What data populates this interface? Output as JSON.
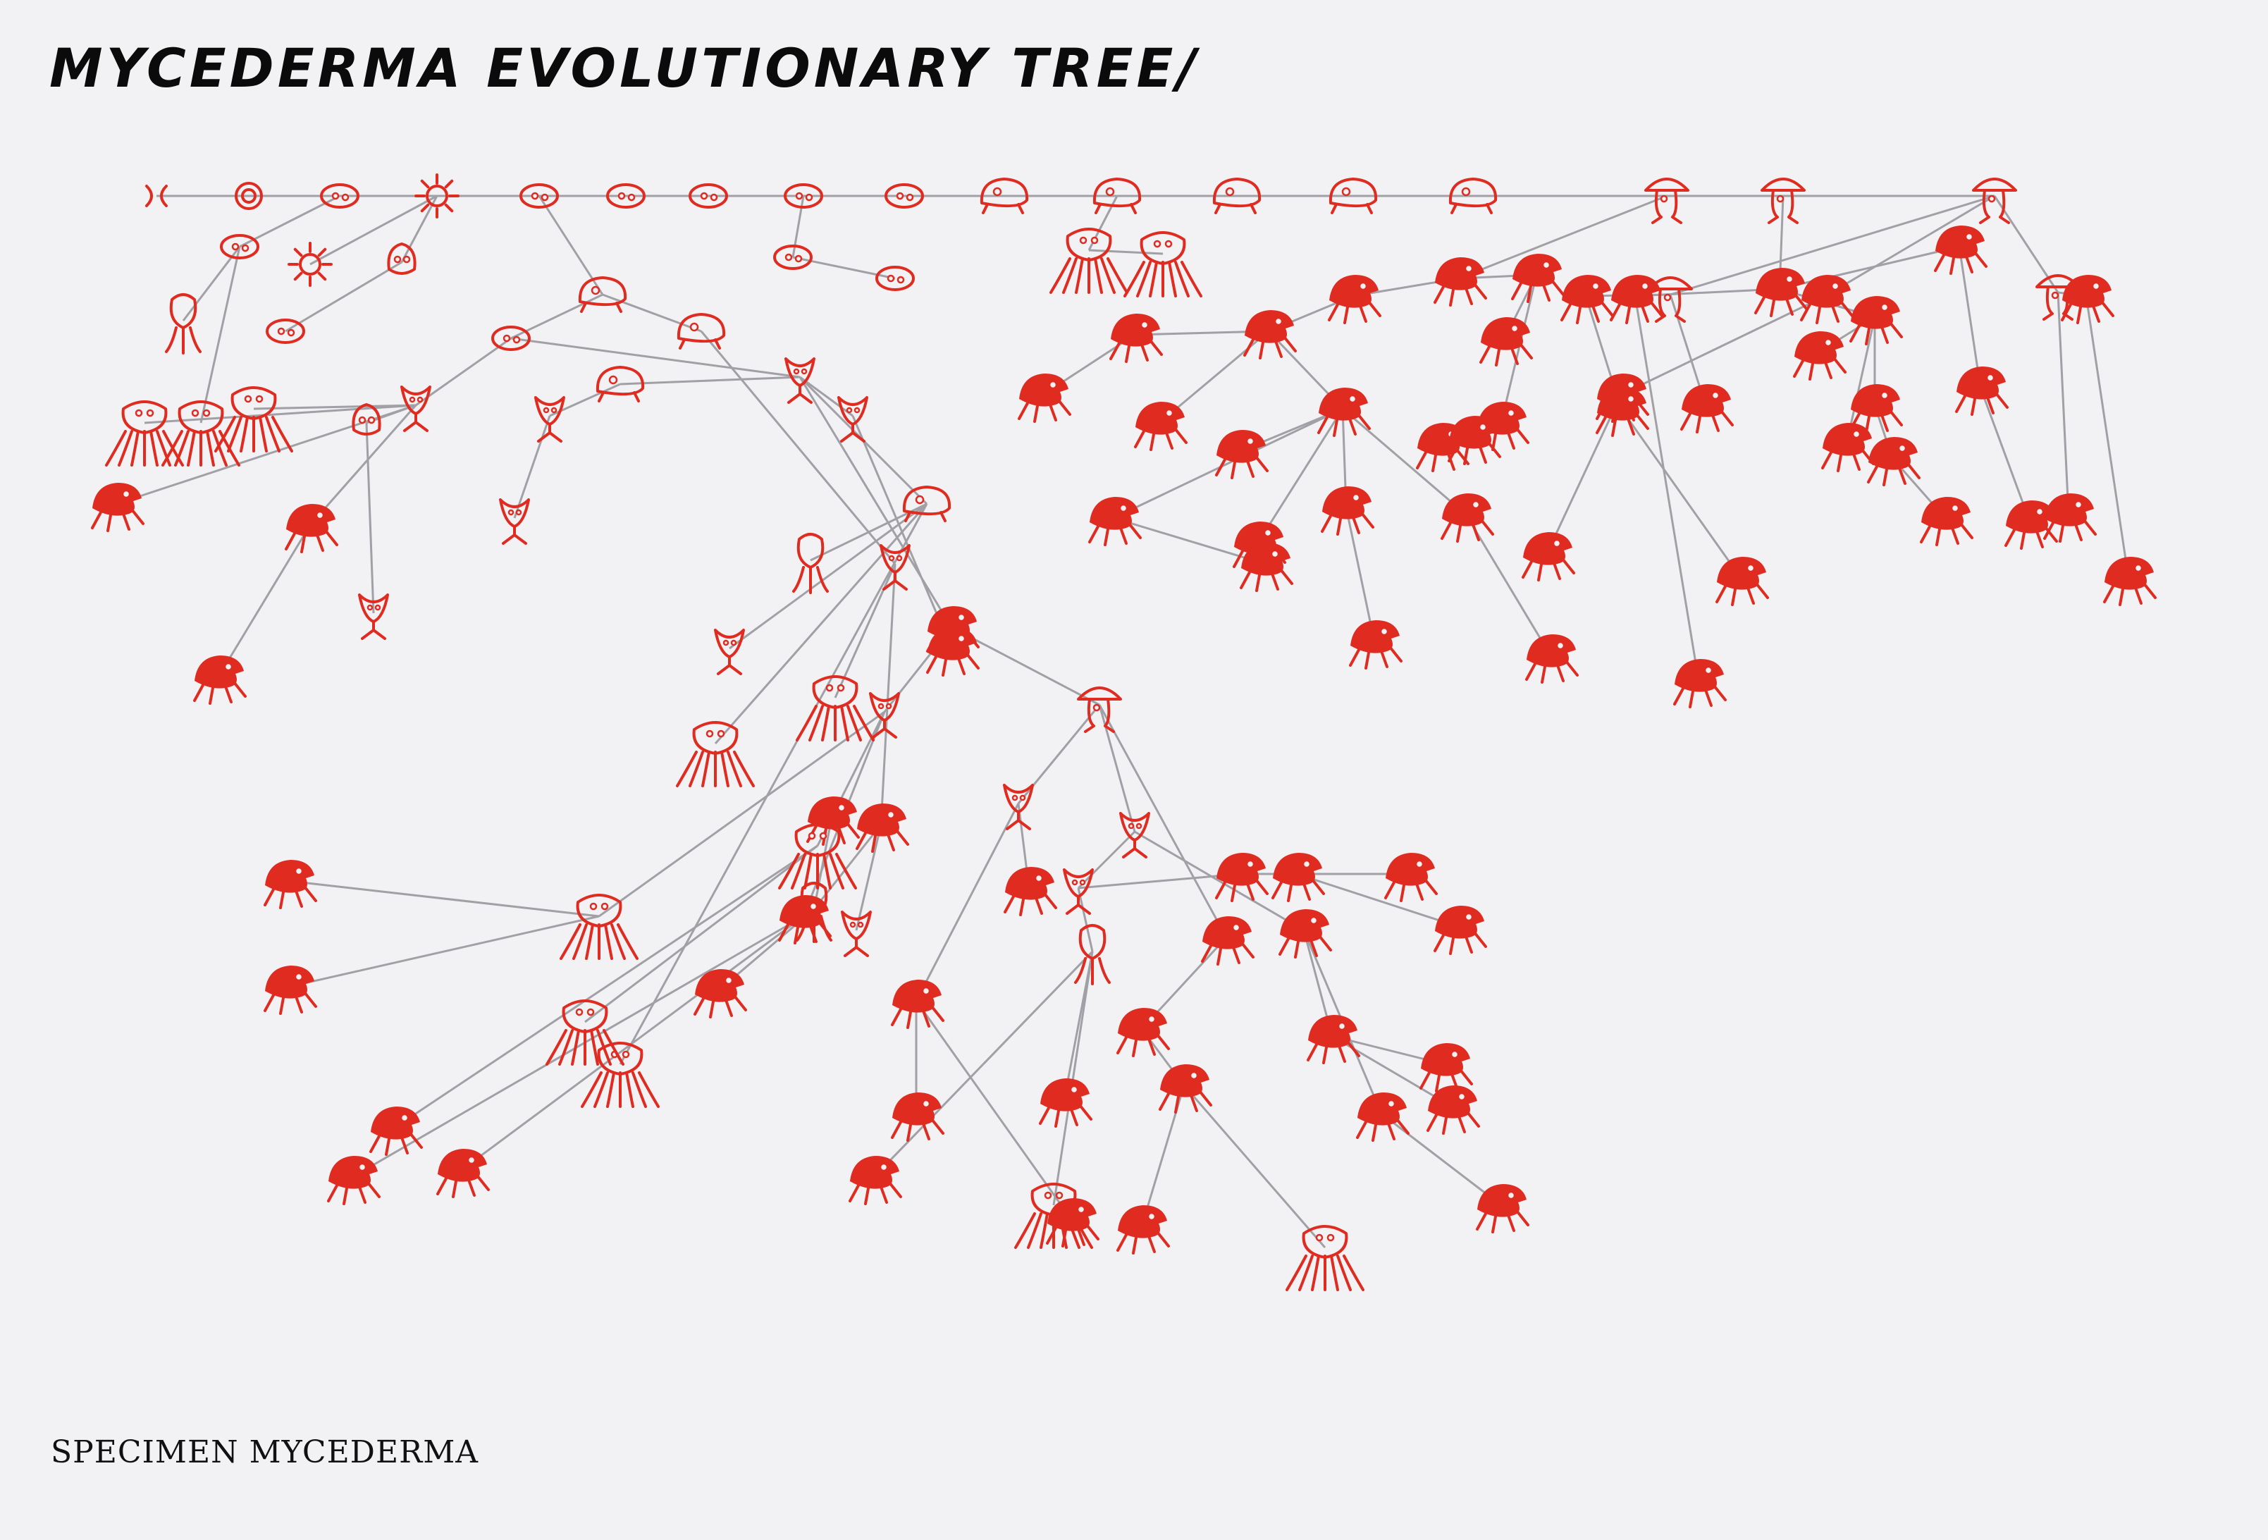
{
  "title": "MYCEDERMA EVOLUTIONARY TREE/",
  "footer": "SPECIMEN MYCEDERMA",
  "colors": {
    "background": "#f2f1f3",
    "creature": "#e02b20",
    "edge": "#a0a0a6",
    "text": "#0b0b0b"
  },
  "tree": {
    "nodes": [
      {
        "id": "s1"
      },
      {
        "id": "s2"
      },
      {
        "id": "s3"
      },
      {
        "id": "s4"
      },
      {
        "id": "s5"
      },
      {
        "id": "s6"
      },
      {
        "id": "s7"
      },
      {
        "id": "s8"
      },
      {
        "id": "s9"
      },
      {
        "id": "s10"
      },
      {
        "id": "s11"
      },
      {
        "id": "s12"
      },
      {
        "id": "s13"
      },
      {
        "id": "s14"
      },
      {
        "id": "s15"
      },
      {
        "id": "s16"
      },
      {
        "id": "s17"
      },
      {
        "id": "a1"
      },
      {
        "id": "a2"
      },
      {
        "id": "a3"
      },
      {
        "id": "a4"
      },
      {
        "id": "a5"
      },
      {
        "id": "a6"
      },
      {
        "id": "b1"
      },
      {
        "id": "b2"
      },
      {
        "id": "b3"
      },
      {
        "id": "b4"
      },
      {
        "id": "b5"
      },
      {
        "id": "c1"
      },
      {
        "id": "c2"
      },
      {
        "id": "c3"
      },
      {
        "id": "c4"
      },
      {
        "id": "c5"
      },
      {
        "id": "c6"
      },
      {
        "id": "c7"
      },
      {
        "id": "c8"
      },
      {
        "id": "c9"
      },
      {
        "id": "c10"
      },
      {
        "id": "d1"
      },
      {
        "id": "d2"
      },
      {
        "id": "d3"
      },
      {
        "id": "d4"
      },
      {
        "id": "d5"
      },
      {
        "id": "d6"
      },
      {
        "id": "d7"
      },
      {
        "id": "d8"
      },
      {
        "id": "d9"
      },
      {
        "id": "d10"
      },
      {
        "id": "d11"
      },
      {
        "id": "d12"
      },
      {
        "id": "d13"
      },
      {
        "id": "d14"
      },
      {
        "id": "d15"
      },
      {
        "id": "d16"
      },
      {
        "id": "d17"
      },
      {
        "id": "d18"
      },
      {
        "id": "d19"
      },
      {
        "id": "e1"
      },
      {
        "id": "e2"
      },
      {
        "id": "e3"
      },
      {
        "id": "e4"
      },
      {
        "id": "e5"
      },
      {
        "id": "e6"
      },
      {
        "id": "e7"
      },
      {
        "id": "e8"
      },
      {
        "id": "e9"
      },
      {
        "id": "e10"
      },
      {
        "id": "e11"
      },
      {
        "id": "e12"
      },
      {
        "id": "e13"
      },
      {
        "id": "e14"
      },
      {
        "id": "e15"
      },
      {
        "id": "e16"
      },
      {
        "id": "e17"
      },
      {
        "id": "e18"
      },
      {
        "id": "e19"
      },
      {
        "id": "e20"
      },
      {
        "id": "e21"
      },
      {
        "id": "e22"
      },
      {
        "id": "e23"
      },
      {
        "id": "f1"
      },
      {
        "id": "f2"
      },
      {
        "id": "f3"
      },
      {
        "id": "f4"
      },
      {
        "id": "f5"
      },
      {
        "id": "f6"
      },
      {
        "id": "f7"
      },
      {
        "id": "f8"
      },
      {
        "id": "f9"
      },
      {
        "id": "f10"
      },
      {
        "id": "f11"
      },
      {
        "id": "f12"
      },
      {
        "id": "f13"
      },
      {
        "id": "f14"
      },
      {
        "id": "f15"
      },
      {
        "id": "f16"
      },
      {
        "id": "f17"
      },
      {
        "id": "f18"
      },
      {
        "id": "f19"
      },
      {
        "id": "f20"
      },
      {
        "id": "f21"
      },
      {
        "id": "g1"
      },
      {
        "id": "g2"
      },
      {
        "id": "g3"
      },
      {
        "id": "g4"
      },
      {
        "id": "g5"
      },
      {
        "id": "g6"
      },
      {
        "id": "g7"
      },
      {
        "id": "g8"
      },
      {
        "id": "g9"
      },
      {
        "id": "g10"
      },
      {
        "id": "g11"
      },
      {
        "id": "g12"
      },
      {
        "id": "g13"
      },
      {
        "id": "g14"
      },
      {
        "id": "g15"
      },
      {
        "id": "g16"
      },
      {
        "id": "g17"
      },
      {
        "id": "g18"
      },
      {
        "id": "g19"
      },
      {
        "id": "g20"
      },
      {
        "id": "g21"
      },
      {
        "id": "g22"
      },
      {
        "id": "g23"
      },
      {
        "id": "g24"
      },
      {
        "id": "g25"
      },
      {
        "id": "g26"
      },
      {
        "id": "g27"
      },
      {
        "id": "g28"
      },
      {
        "id": "g29"
      },
      {
        "id": "g30"
      },
      {
        "id": "g31"
      },
      {
        "id": "g32"
      },
      {
        "id": "g33"
      },
      {
        "id": "g34"
      },
      {
        "id": "g35"
      },
      {
        "id": "g36"
      },
      {
        "id": "g37"
      }
    ],
    "edges": [
      [
        "s1",
        "s2"
      ],
      [
        "s2",
        "s3"
      ],
      [
        "s3",
        "s4"
      ],
      [
        "s4",
        "s5"
      ],
      [
        "s5",
        "s6"
      ],
      [
        "s6",
        "s7"
      ],
      [
        "s7",
        "s8"
      ],
      [
        "s8",
        "s9"
      ],
      [
        "s9",
        "s10"
      ],
      [
        "s10",
        "s11"
      ],
      [
        "s11",
        "s12"
      ],
      [
        "s12",
        "s13"
      ],
      [
        "s13",
        "s14"
      ],
      [
        "s14",
        "s15"
      ],
      [
        "s15",
        "s16"
      ],
      [
        "s16",
        "s17"
      ],
      [
        "s3",
        "a1"
      ],
      [
        "a1",
        "a2"
      ],
      [
        "s4",
        "a3"
      ],
      [
        "s4",
        "a4"
      ],
      [
        "a4",
        "a5"
      ],
      [
        "a1",
        "a6"
      ],
      [
        "s8",
        "b1"
      ],
      [
        "b1",
        "b2"
      ],
      [
        "s11",
        "b3"
      ],
      [
        "b3",
        "b4"
      ],
      [
        "s5",
        "b5"
      ],
      [
        "b5",
        "c1"
      ],
      [
        "b5",
        "c2"
      ],
      [
        "c1",
        "c3"
      ],
      [
        "c1",
        "c4"
      ],
      [
        "c3",
        "c5"
      ],
      [
        "c3",
        "c6"
      ],
      [
        "c3",
        "c7"
      ],
      [
        "c3",
        "c8"
      ],
      [
        "c3",
        "c9"
      ],
      [
        "c4",
        "c10"
      ],
      [
        "c4",
        "d1"
      ],
      [
        "c4",
        "d2"
      ],
      [
        "c4",
        "d3"
      ],
      [
        "d3",
        "d4"
      ],
      [
        "d3",
        "d5"
      ],
      [
        "d3",
        "d6"
      ],
      [
        "d1",
        "d7"
      ],
      [
        "d7",
        "d8"
      ],
      [
        "c5",
        "d9"
      ],
      [
        "c9",
        "d10"
      ],
      [
        "c10",
        "d11"
      ],
      [
        "c2",
        "d12"
      ],
      [
        "d12",
        "d13"
      ],
      [
        "d12",
        "d14"
      ],
      [
        "d14",
        "d15"
      ],
      [
        "d14",
        "d16"
      ],
      [
        "d16",
        "d17"
      ],
      [
        "d16",
        "d18"
      ],
      [
        "d3",
        "d19"
      ],
      [
        "s16",
        "e1"
      ],
      [
        "s15",
        "e2"
      ],
      [
        "e2",
        "e3"
      ],
      [
        "e3",
        "e4"
      ],
      [
        "e4",
        "e5"
      ],
      [
        "e5",
        "e6"
      ],
      [
        "e4",
        "e7"
      ],
      [
        "e4",
        "e8"
      ],
      [
        "e8",
        "e9"
      ],
      [
        "e8",
        "e10"
      ],
      [
        "e8",
        "e11"
      ],
      [
        "e8",
        "e12"
      ],
      [
        "e8",
        "e13"
      ],
      [
        "e10",
        "e14"
      ],
      [
        "e12",
        "e15"
      ],
      [
        "e13",
        "e16"
      ],
      [
        "e2",
        "e17"
      ],
      [
        "e17",
        "e18"
      ],
      [
        "e17",
        "e19"
      ],
      [
        "e19",
        "e20"
      ],
      [
        "e20",
        "e21"
      ],
      [
        "e1",
        "e22"
      ],
      [
        "e22",
        "e23"
      ],
      [
        "s17",
        "f1"
      ],
      [
        "s17",
        "f2"
      ],
      [
        "f1",
        "f3"
      ],
      [
        "f2",
        "f4"
      ],
      [
        "f4",
        "f5"
      ],
      [
        "f1",
        "f6"
      ],
      [
        "f6",
        "f7"
      ],
      [
        "f7",
        "f8"
      ],
      [
        "e1",
        "f9"
      ],
      [
        "f9",
        "f10"
      ],
      [
        "f9",
        "f11"
      ],
      [
        "f11",
        "f12"
      ],
      [
        "f12",
        "f13"
      ],
      [
        "f9",
        "f14"
      ],
      [
        "e1",
        "f15"
      ],
      [
        "f15",
        "f16"
      ],
      [
        "f16",
        "f17"
      ],
      [
        "s17",
        "f18"
      ],
      [
        "f18",
        "f19"
      ],
      [
        "f19",
        "f20"
      ],
      [
        "f18",
        "f21"
      ],
      [
        "d2",
        "g1"
      ],
      [
        "d2",
        "g2"
      ],
      [
        "g1",
        "g3"
      ],
      [
        "g1",
        "g4"
      ],
      [
        "g1",
        "g5"
      ],
      [
        "g3",
        "g6"
      ],
      [
        "g3",
        "g7"
      ],
      [
        "g4",
        "g8"
      ],
      [
        "g4",
        "g9"
      ],
      [
        "g5",
        "g10"
      ],
      [
        "g5",
        "g11"
      ],
      [
        "g2",
        "g12"
      ],
      [
        "g12",
        "g13"
      ],
      [
        "g12",
        "g14"
      ],
      [
        "g14",
        "g15"
      ],
      [
        "g14",
        "g16"
      ],
      [
        "g2",
        "g17"
      ],
      [
        "g17",
        "g18"
      ],
      [
        "g18",
        "g19"
      ],
      [
        "g19",
        "g20"
      ],
      [
        "g19",
        "g21"
      ],
      [
        "g19",
        "g22"
      ],
      [
        "g18",
        "g23"
      ],
      [
        "g23",
        "g24"
      ],
      [
        "g24",
        "g25"
      ],
      [
        "g24",
        "g26"
      ],
      [
        "g17",
        "g27"
      ],
      [
        "g27",
        "g28"
      ],
      [
        "g28",
        "g29"
      ],
      [
        "g28",
        "g30"
      ],
      [
        "g27",
        "g31"
      ],
      [
        "g31",
        "g32"
      ],
      [
        "g2",
        "g33"
      ],
      [
        "g33",
        "g34"
      ],
      [
        "g34",
        "g35"
      ],
      [
        "g35",
        "g36"
      ],
      [
        "g35",
        "g37"
      ]
    ]
  }
}
